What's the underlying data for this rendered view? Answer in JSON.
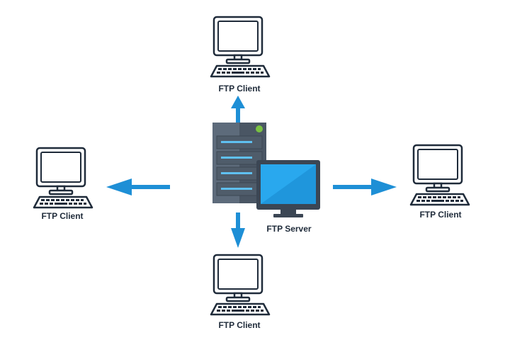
{
  "diagram": {
    "server": {
      "label": "FTP Server",
      "icon": "server-icon"
    },
    "clients": [
      {
        "label": "FTP Client",
        "direction": "top",
        "icon": "computer-icon"
      },
      {
        "label": "FTP Client",
        "direction": "left",
        "icon": "computer-icon"
      },
      {
        "label": "FTP Client",
        "direction": "right",
        "icon": "computer-icon"
      },
      {
        "label": "FTP Client",
        "direction": "bottom",
        "icon": "computer-icon"
      }
    ],
    "colors": {
      "arrow": "#1e8fd6",
      "outline": "#1f2b3a",
      "rack": "#5d6b7b",
      "rack_dark": "#4a5664",
      "monitor_screen": "#29a8ee",
      "led_green": "#79c142",
      "led_blue": "#5fc0f0"
    }
  }
}
